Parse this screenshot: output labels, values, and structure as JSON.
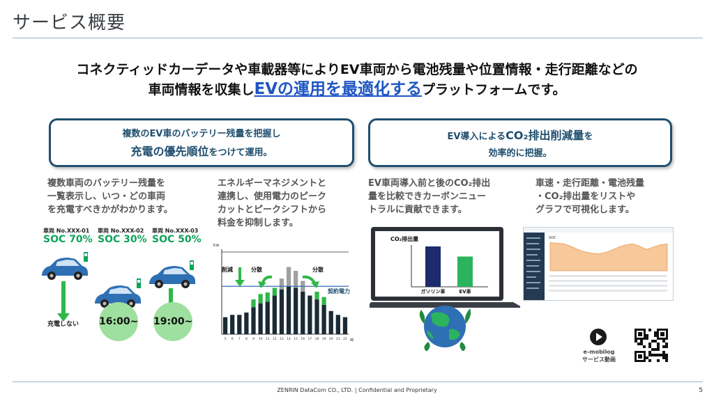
{
  "page": {
    "title": "サービス概要",
    "footer": "ZENRIN DataCom CO., LTD. | Confidential and Proprietary",
    "page_number": "5"
  },
  "headline": {
    "line1": "コネクティッドカーデータや車載器等によりEV車両から電池残量や位置情報・走行距離などの",
    "line2_pre": "車両情報を収集し",
    "line2_highlight": "EVの運用を最適化する",
    "line2_post": "プラットフォームです。"
  },
  "box_left": {
    "line1": "複数のEV車のバッテリー残量を把握し",
    "line2_big": "充電の優先順位",
    "line2_rest": "をつけて運用。"
  },
  "box_right": {
    "line1_pre": "EV導入による",
    "line1_big": "CO₂排出削減量",
    "line1_post": "を",
    "line2": "効率的に把握。"
  },
  "descriptions": {
    "d1": [
      "複数車両のバッテリー残量を",
      "一覧表示し、いつ・どの車両",
      "を充電すべきかがわかります。"
    ],
    "d2": [
      "エネルギーマネジメントと",
      "連携し、使用電力のピーク",
      "カットとピークシフトから",
      "料金を抑制します。"
    ],
    "d3": [
      "EV車両導入前と後のCO₂排出",
      "量を比較できカーボンニュー",
      "トラルに貢献できます。"
    ],
    "d4": [
      "車速・走行距離・電池残量",
      "・CO₂排出量をリストや",
      "グラフで可視化します。"
    ]
  },
  "vehicles": [
    {
      "label": "車両 No.XXX-01",
      "soc": "SOC 70%",
      "result": "充電しない"
    },
    {
      "label": "車両 No.XXX-02",
      "soc": "SOC 30%",
      "result": "16:00~"
    },
    {
      "label": "車両 No.XXX-03",
      "soc": "SOC 50%",
      "result": "19:00~"
    }
  ],
  "colors": {
    "car_blue": "#2f6fb3",
    "green": "#0ea25a",
    "navy": "#1f4e6e",
    "highlight": "#1f57c3",
    "bar_dark": "#1a2a35",
    "bar_gray": "#a0a0a0",
    "bar_green": "#2fb84a",
    "co2_navy": "#1d2a6b",
    "co2_green": "#2cb35e"
  },
  "icons": {
    "car": "car-icon",
    "charger": "charger-icon",
    "arrow": "arrow-down-icon",
    "globe": "globe-icon",
    "play": "play-icon",
    "qr": "qr-code-icon"
  },
  "power_chart_data": {
    "type": "bar",
    "unit_label": "kw",
    "x_unit": "時",
    "categories": [
      "5",
      "6",
      "7",
      "8",
      "9",
      "10",
      "11",
      "12",
      "13",
      "14",
      "15",
      "16",
      "17",
      "18",
      "19",
      "20",
      "21",
      "22"
    ],
    "base_values": [
      22,
      25,
      25,
      28,
      35,
      40,
      42,
      50,
      58,
      62,
      60,
      55,
      50,
      45,
      38,
      30,
      25,
      22
    ],
    "shifted_in": [
      0,
      0,
      0,
      0,
      10,
      12,
      12,
      10,
      0,
      0,
      0,
      0,
      0,
      10,
      10,
      0,
      0,
      0
    ],
    "peak_removed": [
      0,
      0,
      0,
      0,
      0,
      0,
      0,
      0,
      14,
      25,
      22,
      14,
      0,
      0,
      0,
      0,
      0,
      0
    ],
    "labels": {
      "cut": "削減",
      "shift_left": "分散",
      "shift_right": "分散",
      "contract": "契約電力"
    },
    "contract_level": 62,
    "ylim": [
      0,
      110
    ]
  },
  "co2_chart_data": {
    "type": "bar",
    "title": "CO₂排出量",
    "categories": [
      "ガソリン車",
      "EV車"
    ],
    "values": [
      100,
      75
    ]
  },
  "dashboard": {
    "chart_label": "SOC",
    "series_values": [
      92,
      90,
      88,
      80,
      70,
      62,
      58,
      55,
      60,
      68,
      78,
      85,
      88,
      80,
      70,
      78,
      85,
      88
    ]
  },
  "video": {
    "line1": "e-mobilog",
    "line2": "サービス動画"
  }
}
